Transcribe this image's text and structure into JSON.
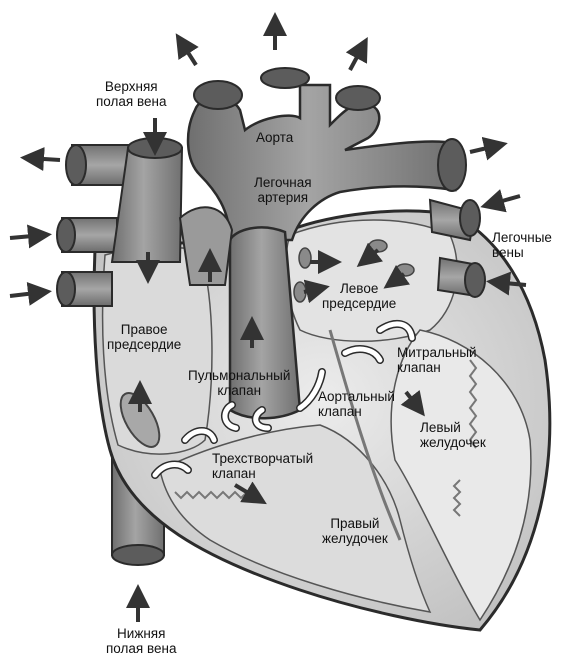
{
  "labels": {
    "superior_vena_cava": "Верхняя\nполая вена",
    "aorta": "Аорта",
    "pulmonary_artery": "Легочная\nартерия",
    "pulmonary_veins": "Легочные\nвены",
    "left_atrium": "Левое\nпредсердие",
    "right_atrium": "Правое\nпредсердие",
    "pulmonary_valve": "Пульмональный\nклапан",
    "mitral_valve": "Митральный\nклапан",
    "aortic_valve": "Аортальный\nклапан",
    "left_ventricle": "Левый\nжелудочек",
    "tricuspid_valve": "Трехстворчатый\nклапан",
    "right_ventricle": "Правый\nжелудочек",
    "inferior_vena_cava": "Нижняя\nполая вена"
  },
  "colors": {
    "vessel": "#8f8f8f",
    "vessel_dark": "#6a6a6a",
    "chamber": "#d4d4d4",
    "chamber_light": "#e6e6e6",
    "outline": "#2b2b2b",
    "arrow": "#333333",
    "valve": "#ffffff"
  }
}
